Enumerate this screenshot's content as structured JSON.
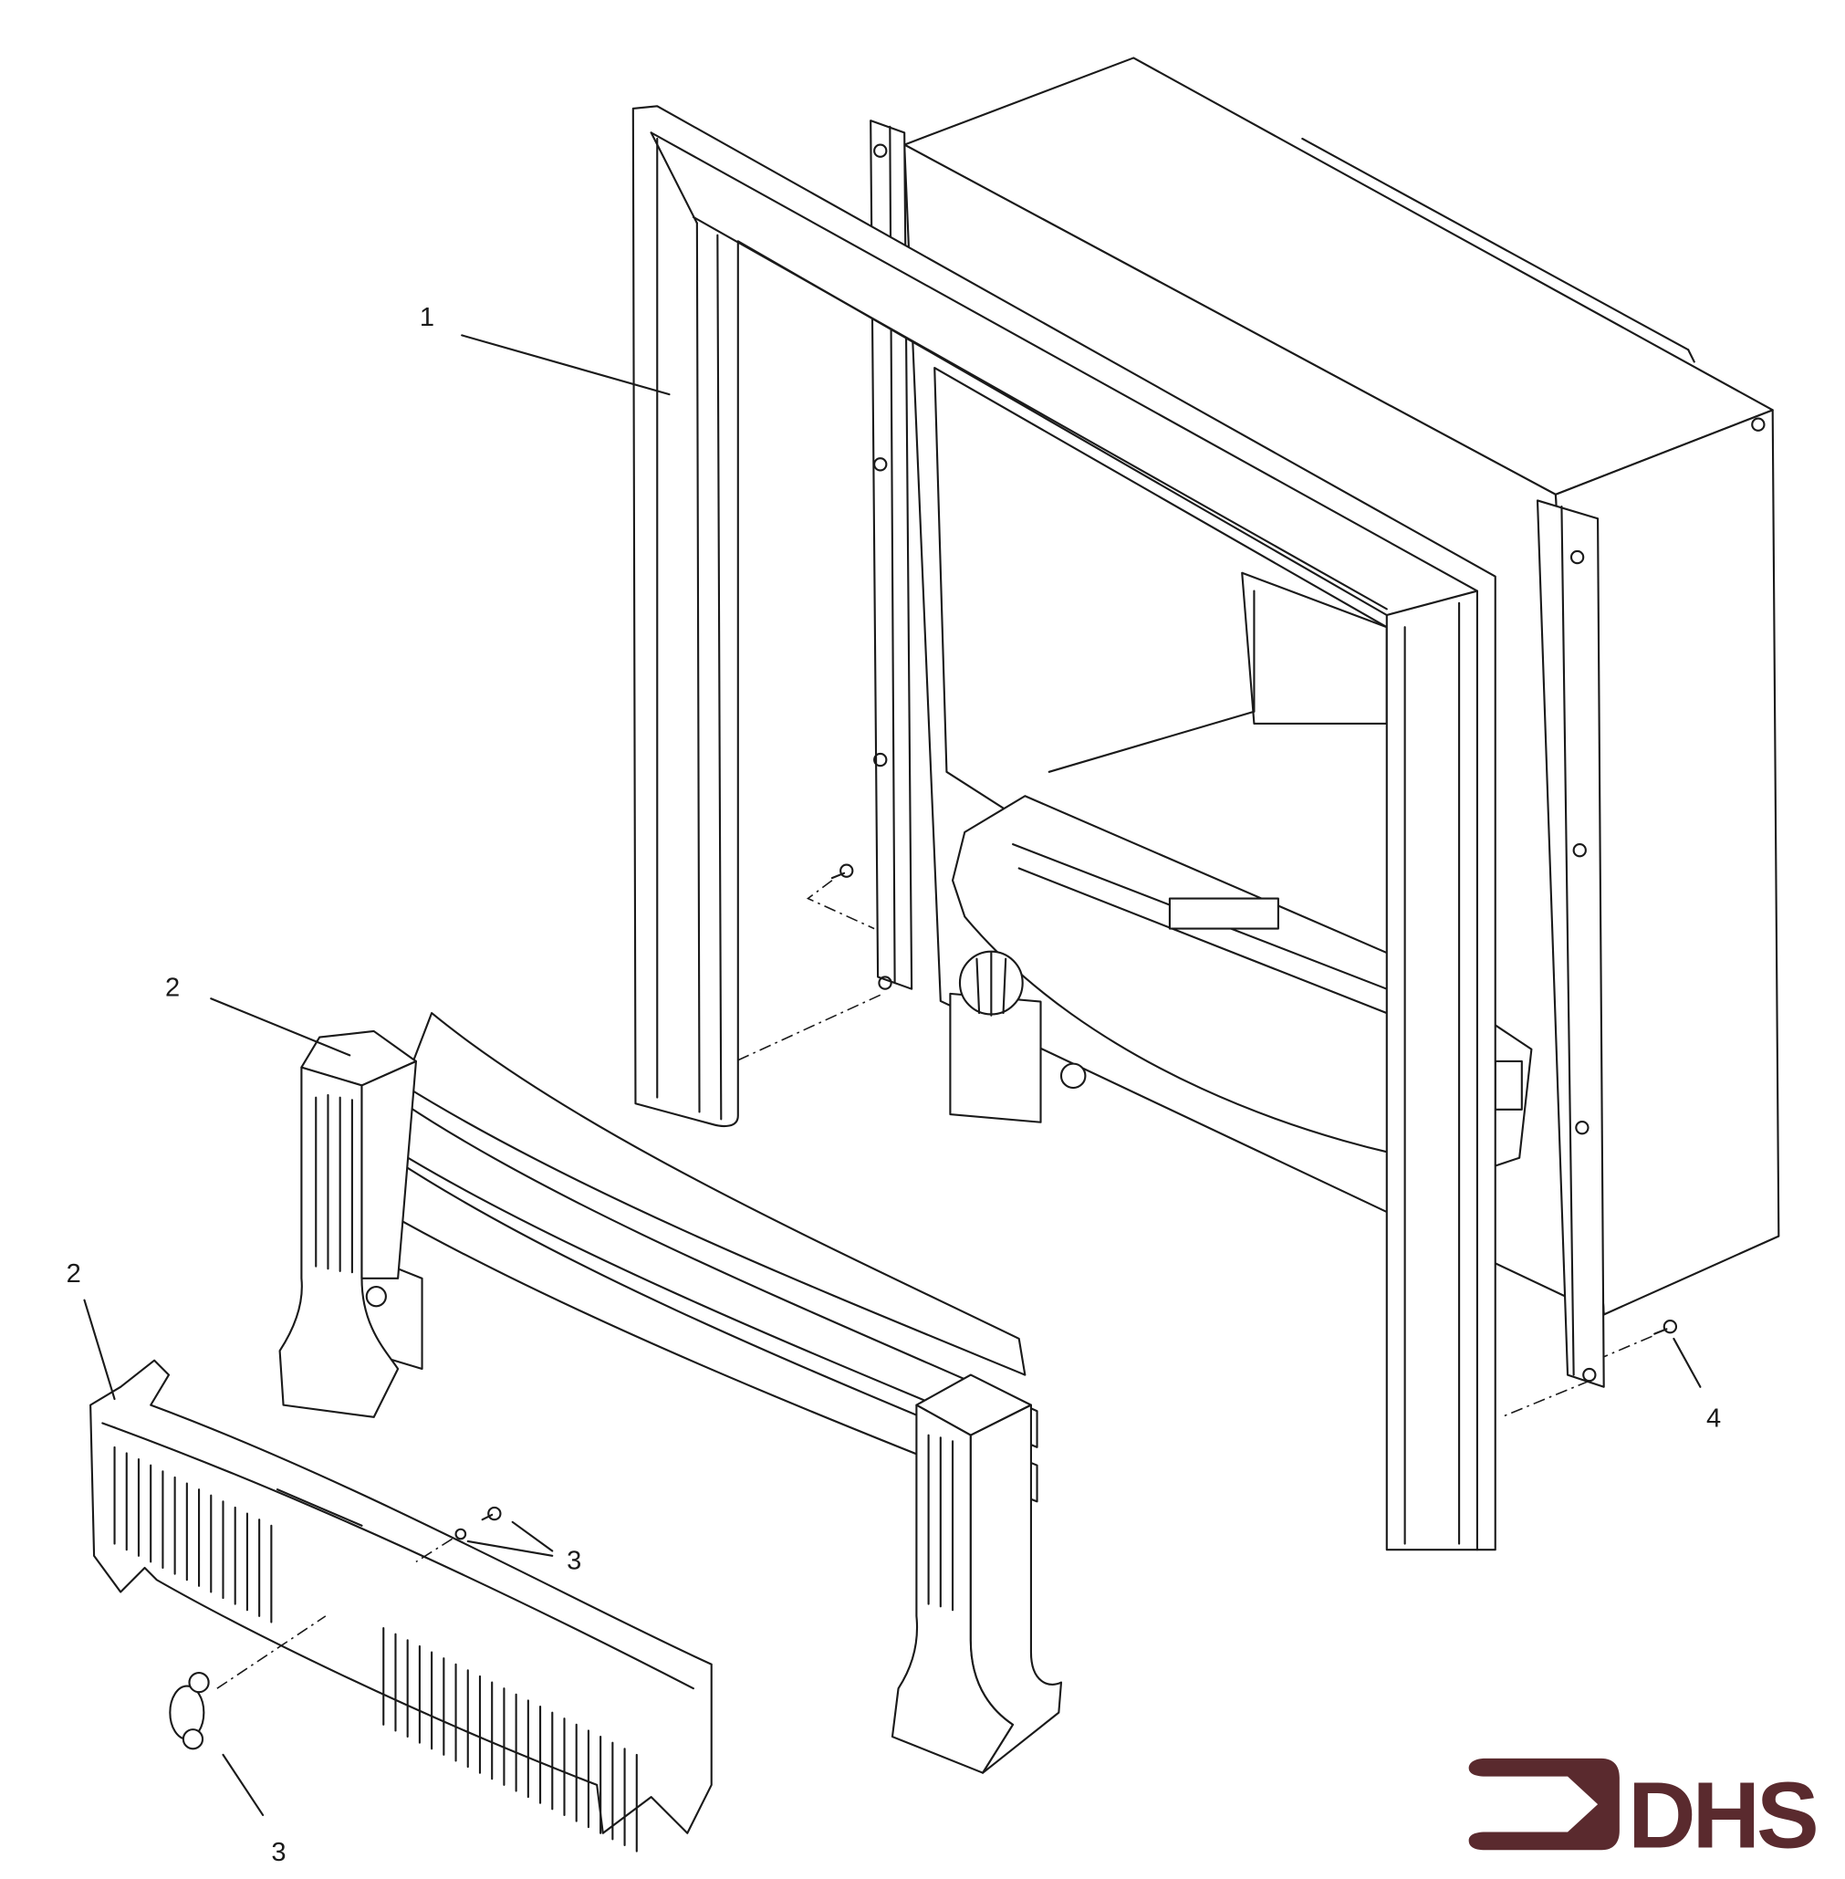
{
  "diagram": {
    "type": "exploded parts diagram",
    "callouts": [
      {
        "id": "callout-1",
        "text": "1"
      },
      {
        "id": "callout-2a",
        "text": "2"
      },
      {
        "id": "callout-2b",
        "text": "2"
      },
      {
        "id": "callout-3a",
        "text": "3"
      },
      {
        "id": "callout-3b",
        "text": "3"
      },
      {
        "id": "callout-4",
        "text": "4"
      }
    ]
  },
  "logo": {
    "text": "DHS",
    "color": "#5a2a2e"
  }
}
